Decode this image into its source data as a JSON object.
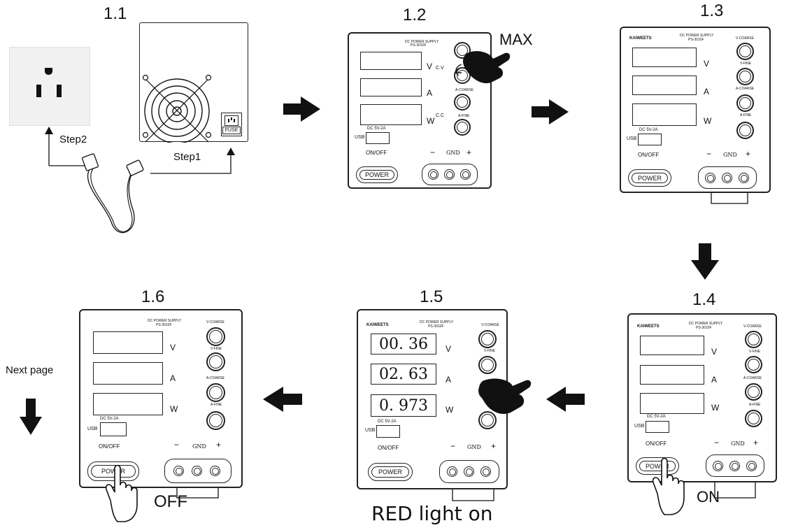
{
  "steps": {
    "s11": "1.1",
    "s12": "1.2",
    "s13": "1.3",
    "s14": "1.4",
    "s15": "1.5",
    "s16": "1.6"
  },
  "labels": {
    "step1": "Step1",
    "step2": "Step2",
    "fuse": "FUSE",
    "max": "MAX",
    "on": "ON",
    "off": "OFF",
    "red_light": "RED light on",
    "next_page": "Next page"
  },
  "panel": {
    "brand": "KAIWEETS",
    "product": "DC POWER SUPPLY",
    "model": "PS-3010F",
    "v": "V",
    "a": "A",
    "w": "W",
    "cv": "C.V",
    "cc": "C.C",
    "v_coarse": "V-COARSE",
    "v_fine": "V-FINE",
    "a_coarse": "A-COARSE",
    "a_fine": "A-FINE",
    "usb_spec": "DC 5V-2A",
    "usb": "USB",
    "on_off": "ON/OFF",
    "minus": "−",
    "gnd": "GND",
    "plus": "+",
    "power": "POWER"
  },
  "readings": {
    "volts": "00. 36",
    "amps": "02. 63",
    "watts": "0. 973"
  }
}
